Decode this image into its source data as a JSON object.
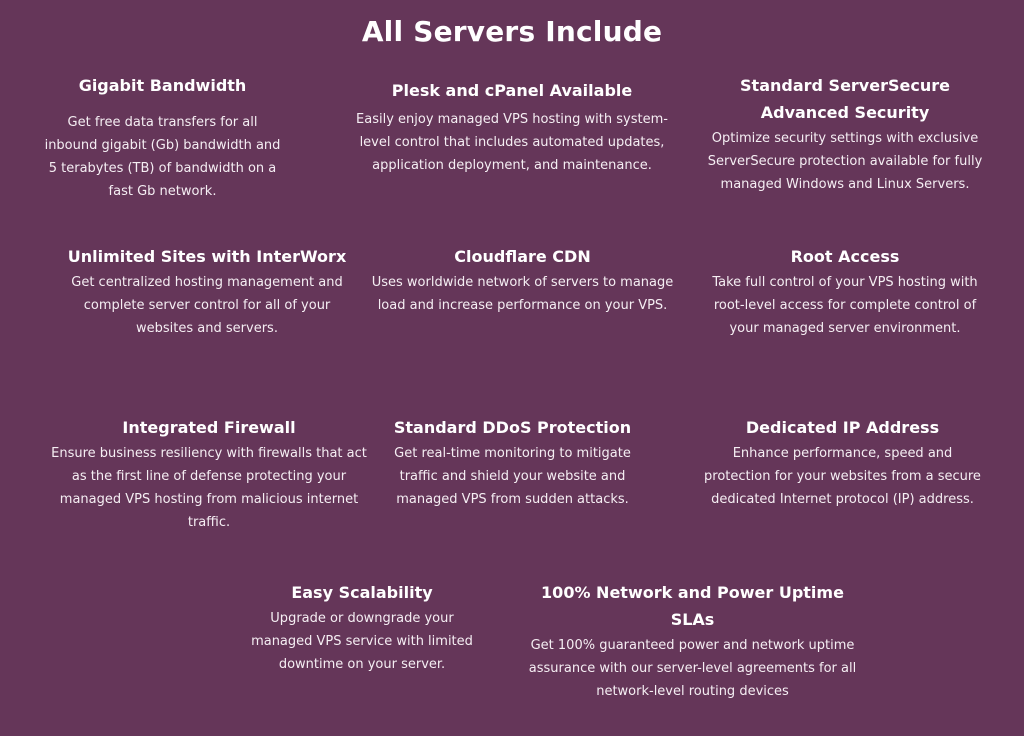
{
  "section": {
    "title": "All Servers Include"
  },
  "features": [
    {
      "title": "Gigabit Bandwidth",
      "description": "Get free data transfers for all inbound gigabit (Gb) bandwidth and 5 terabytes (TB) of bandwidth on a fast Gb network."
    },
    {
      "title": "Plesk and cPanel Available",
      "description": "Easily enjoy managed VPS hosting with system-level control that includes automated updates, application deployment, and maintenance."
    },
    {
      "title": "Standard ServerSecure Advanced Security",
      "description": "Optimize security settings with exclusive ServerSecure protection available for fully managed Windows and Linux Servers."
    },
    {
      "title": "Unlimited Sites with InterWorx",
      "description": "Get centralized hosting management and complete server control for all of your websites and servers."
    },
    {
      "title": "Cloudflare CDN",
      "description": "Uses worldwide network of servers to manage load and increase performance on your VPS."
    },
    {
      "title": "Root Access",
      "description": "Take full control of your VPS hosting with root-level access for complete control of your managed server environment."
    },
    {
      "title": "Integrated Firewall",
      "description": "Ensure business resiliency with firewalls that act as the first line of defense protecting your managed VPS hosting from malicious internet traffic."
    },
    {
      "title": "Standard DDoS Protection",
      "description": "Get real-time monitoring to mitigate traffic and shield your website and managed VPS from sudden attacks."
    },
    {
      "title": "Dedicated IP Address",
      "description": "Enhance performance, speed and protection for your websites from a secure dedicated Internet protocol (IP) address."
    },
    {
      "title": "Easy Scalability",
      "description": "Upgrade or downgrade your managed VPS service with limited downtime on your server."
    },
    {
      "title": "100% Network and Power Uptime SLAs",
      "description": "Get 100% guaranteed power and network uptime assurance with our server-level agreements for all network-level routing devices"
    }
  ],
  "colors": {
    "background": "#653659",
    "text": "#ffffff"
  }
}
